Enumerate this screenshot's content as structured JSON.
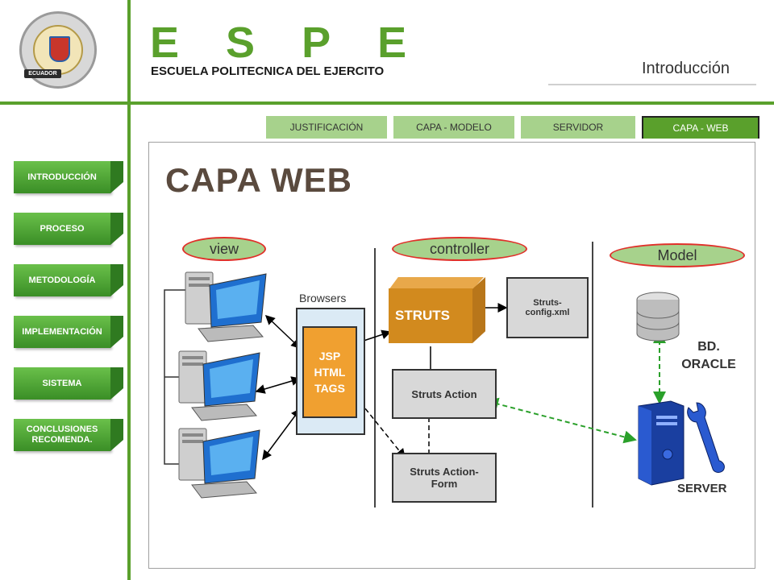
{
  "header": {
    "logo_letters": [
      "E",
      "S",
      "P",
      "E"
    ],
    "school": "ESCUELA POLITECNICA DEL EJERCITO",
    "section": "Introducción",
    "seal_band": "ECUADOR"
  },
  "nav": {
    "items": [
      {
        "label": "INTRODUCCIÓN"
      },
      {
        "label": "PROCESO"
      },
      {
        "label": "METODOLOGÍA"
      },
      {
        "label": "IMPLEMENTACIÓN"
      },
      {
        "label": "SISTEMA"
      },
      {
        "label": "CONCLUSIONES RECOMENDA."
      }
    ]
  },
  "tabs": [
    {
      "label": "JUSTIFICACIÓN",
      "active": false
    },
    {
      "label": "CAPA - MODELO",
      "active": false
    },
    {
      "label": "SERVIDOR",
      "active": false
    },
    {
      "label": "CAPA - WEB",
      "active": true
    }
  ],
  "slide": {
    "title": "CAPA WEB"
  },
  "diagram": {
    "view_label": "view",
    "controller_label": "controller",
    "model_label": "Model",
    "browsers_label": "Browsers",
    "jsp_lines": [
      "JSP",
      "HTML",
      "TAGS"
    ],
    "struts_label": "STRUTS",
    "config_label": "Struts-config.xml",
    "action_label": "Struts Action",
    "actionform_label": "Struts Action-Form",
    "db_label": "BD. ORACLE",
    "server_label": "SERVER"
  },
  "colors": {
    "accent_green": "#5aa02c",
    "tab_light": "#a7d28c",
    "oval_border": "#e0302a",
    "struts_orange": "#d28a1e",
    "jsp_orange": "#f0a030"
  }
}
